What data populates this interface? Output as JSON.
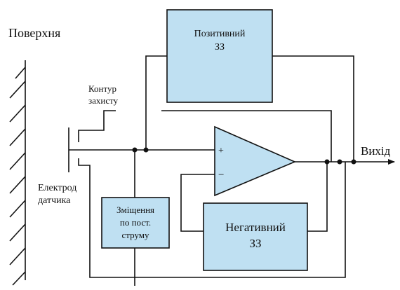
{
  "labels": {
    "surface": "Поверхня",
    "guard_contour_line1": "Контур",
    "guard_contour_line2": "захисту",
    "sensor_electrode_line1": "Електрод",
    "sensor_electrode_line2": "датчика",
    "output": "Вихід",
    "plus_sign": "+",
    "minus_sign": "−"
  },
  "blocks": {
    "positive_feedback_line1": "Позитивний",
    "positive_feedback_line2": "ЗЗ",
    "negative_feedback_line1": "Негативний",
    "negative_feedback_line2": "ЗЗ",
    "dc_bias_line1": "Зміщення",
    "dc_bias_line2": "по пост.",
    "dc_bias_line3": "струму"
  },
  "colors": {
    "block_fill": "#bfe0f2",
    "line": "#111111"
  }
}
